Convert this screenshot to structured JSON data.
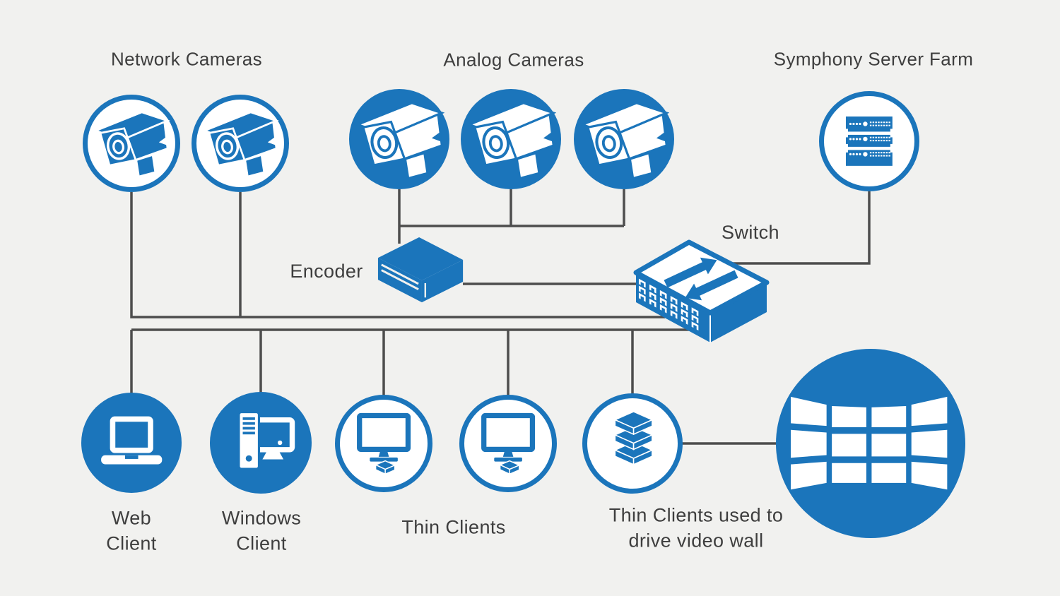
{
  "colors": {
    "accent": "#1b75bb",
    "line": "#4d4d4d",
    "text": "#3e3e3e",
    "background": "#f1f1ef",
    "icon_on_solid": "#ffffff"
  },
  "labels": {
    "network_cameras": "Network Cameras",
    "analog_cameras": "Analog Cameras",
    "server_farm": "Symphony Server Farm",
    "encoder": "Encoder",
    "switch": "Switch",
    "web_client": "Web Client",
    "windows_client": "Windows Client",
    "thin_clients": "Thin Clients",
    "video_wall_clients": "Thin Clients used to drive video wall"
  },
  "icons": {
    "network_camera": "cctv-camera-icon",
    "analog_camera": "cctv-camera-icon",
    "server_farm": "server-rack-icon",
    "encoder": "encoder-appliance-icon",
    "switch": "network-switch-icon",
    "web_client": "laptop-icon",
    "windows_client": "desktop-computer-icon",
    "thin_client": "monitor-thin-client-icon",
    "video_wall_clients": "stacked-thin-clients-icon",
    "video_wall": "video-wall-icon"
  },
  "counts": {
    "network_cameras": 2,
    "analog_cameras": 3,
    "servers": 1,
    "thin_clients": 2,
    "video_wall_panels": 12
  }
}
